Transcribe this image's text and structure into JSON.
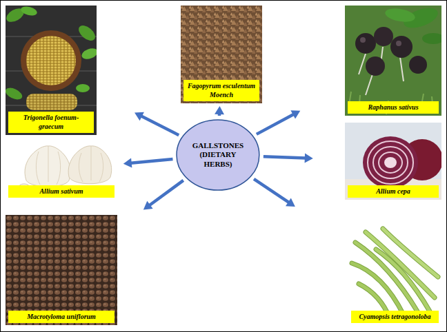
{
  "diagram": {
    "nodes": [
      {
        "text": [
          "GALLSTONES (DIETARY HERBS)"
        ]
      },
      {
        "text": [
          "Trigonella foenum-graecum"
        ]
      },
      {
        "text": [
          "Fagopyrum esculentum Moench"
        ]
      },
      {
        "text": [
          "Raphanus sativus"
        ]
      },
      {
        "text": [
          "Allium sativum"
        ]
      },
      {
        "text": [
          "Allium cepa"
        ]
      },
      {
        "text": [
          "Macrotyloma uniflorum"
        ]
      },
      {
        "text": [
          "Cyamopsis tetragonoloba"
        ]
      }
    ],
    "edges": [
      {
        "from": 0,
        "to": 1,
        "arrow": "to"
      },
      {
        "from": 0,
        "to": 2,
        "arrow": "to"
      },
      {
        "from": 0,
        "to": 3,
        "arrow": "to"
      },
      {
        "from": 0,
        "to": 4,
        "arrow": "to"
      },
      {
        "from": 0,
        "to": 5,
        "arrow": "to"
      },
      {
        "from": 0,
        "to": 6,
        "arrow": "to"
      },
      {
        "from": 0,
        "to": 7,
        "arrow": "to"
      }
    ]
  }
}
